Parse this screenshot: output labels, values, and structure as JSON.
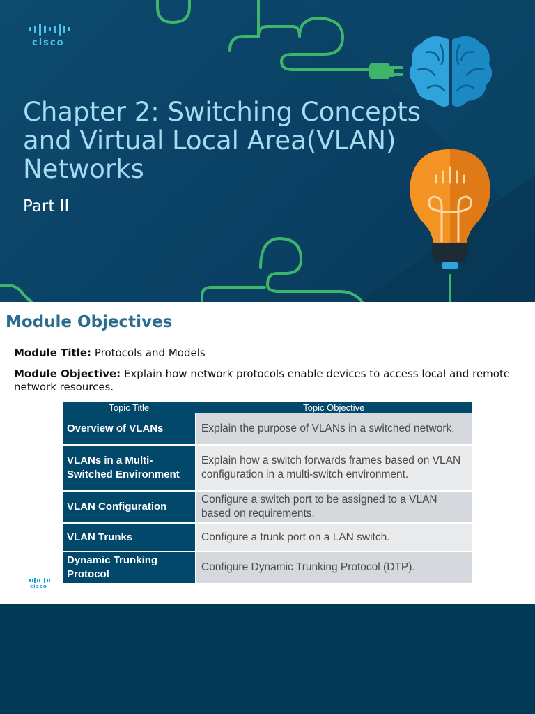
{
  "title_slide": {
    "logo_text": "cisco",
    "title": "Chapter 2: Switching Concepts and Virtual Local Area(VLAN) Networks",
    "subtitle": "Part II"
  },
  "objectives_slide": {
    "heading": "Module Objectives",
    "module_title_label": "Module Title:",
    "module_title_value": "Protocols and Models",
    "module_objective_label": "Module Objective:",
    "module_objective_value": "Explain how network protocols enable devices to access local and remote network resources.",
    "table": {
      "headers": [
        "Topic Title",
        "Topic Objective"
      ],
      "rows": [
        {
          "topic": "Overview of VLANs",
          "objective": "Explain the purpose of VLANs in a switched network."
        },
        {
          "topic": "VLANs in a Multi-Switched Environment",
          "objective": "Explain how a switch forwards frames based on VLAN configuration in a multi-switch environment."
        },
        {
          "topic": "VLAN Configuration",
          "objective": "Configure a switch port to be assigned to a VLAN based on requirements."
        },
        {
          "topic": "VLAN Trunks",
          "objective": "Configure a trunk port on a LAN switch."
        },
        {
          "topic": "Dynamic Trunking Protocol",
          "objective": "Configure Dynamic Trunking Protocol (DTP)."
        }
      ]
    },
    "footer_logo_text": "cisco"
  },
  "colors": {
    "slide_bg": "#0a4164",
    "title_text": "#a8dbf2",
    "accent_green": "#3fb56b",
    "brain_blue": "#2ea3dc",
    "bulb_orange": "#f39323",
    "table_header": "#02486b",
    "heading_blue": "#2b6d8f"
  },
  "icons": [
    "cisco-logo",
    "brain-icon",
    "lightbulb-icon",
    "plug-icon"
  ]
}
